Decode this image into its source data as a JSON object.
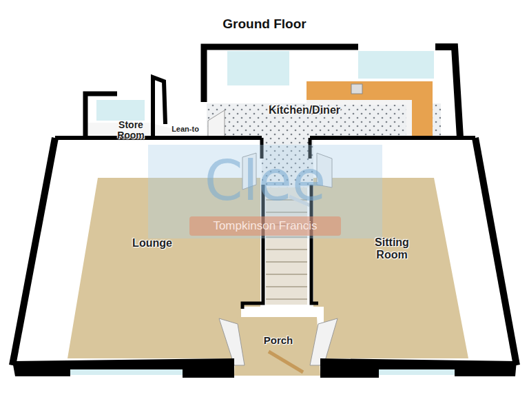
{
  "diagram": {
    "title": "Ground Floor",
    "nodes": [
      {
        "text": [
          "Kitchen/Diner"
        ]
      },
      {
        "text": [
          "Store Room"
        ]
      },
      {
        "text": [
          "Lean-to"
        ]
      },
      {
        "text": [
          "Lounge"
        ]
      },
      {
        "text": [
          "Sitting Room"
        ]
      },
      {
        "text": [
          "Porch"
        ]
      }
    ],
    "labels": [
      "Clee",
      "Tompkinson Francis"
    ]
  }
}
